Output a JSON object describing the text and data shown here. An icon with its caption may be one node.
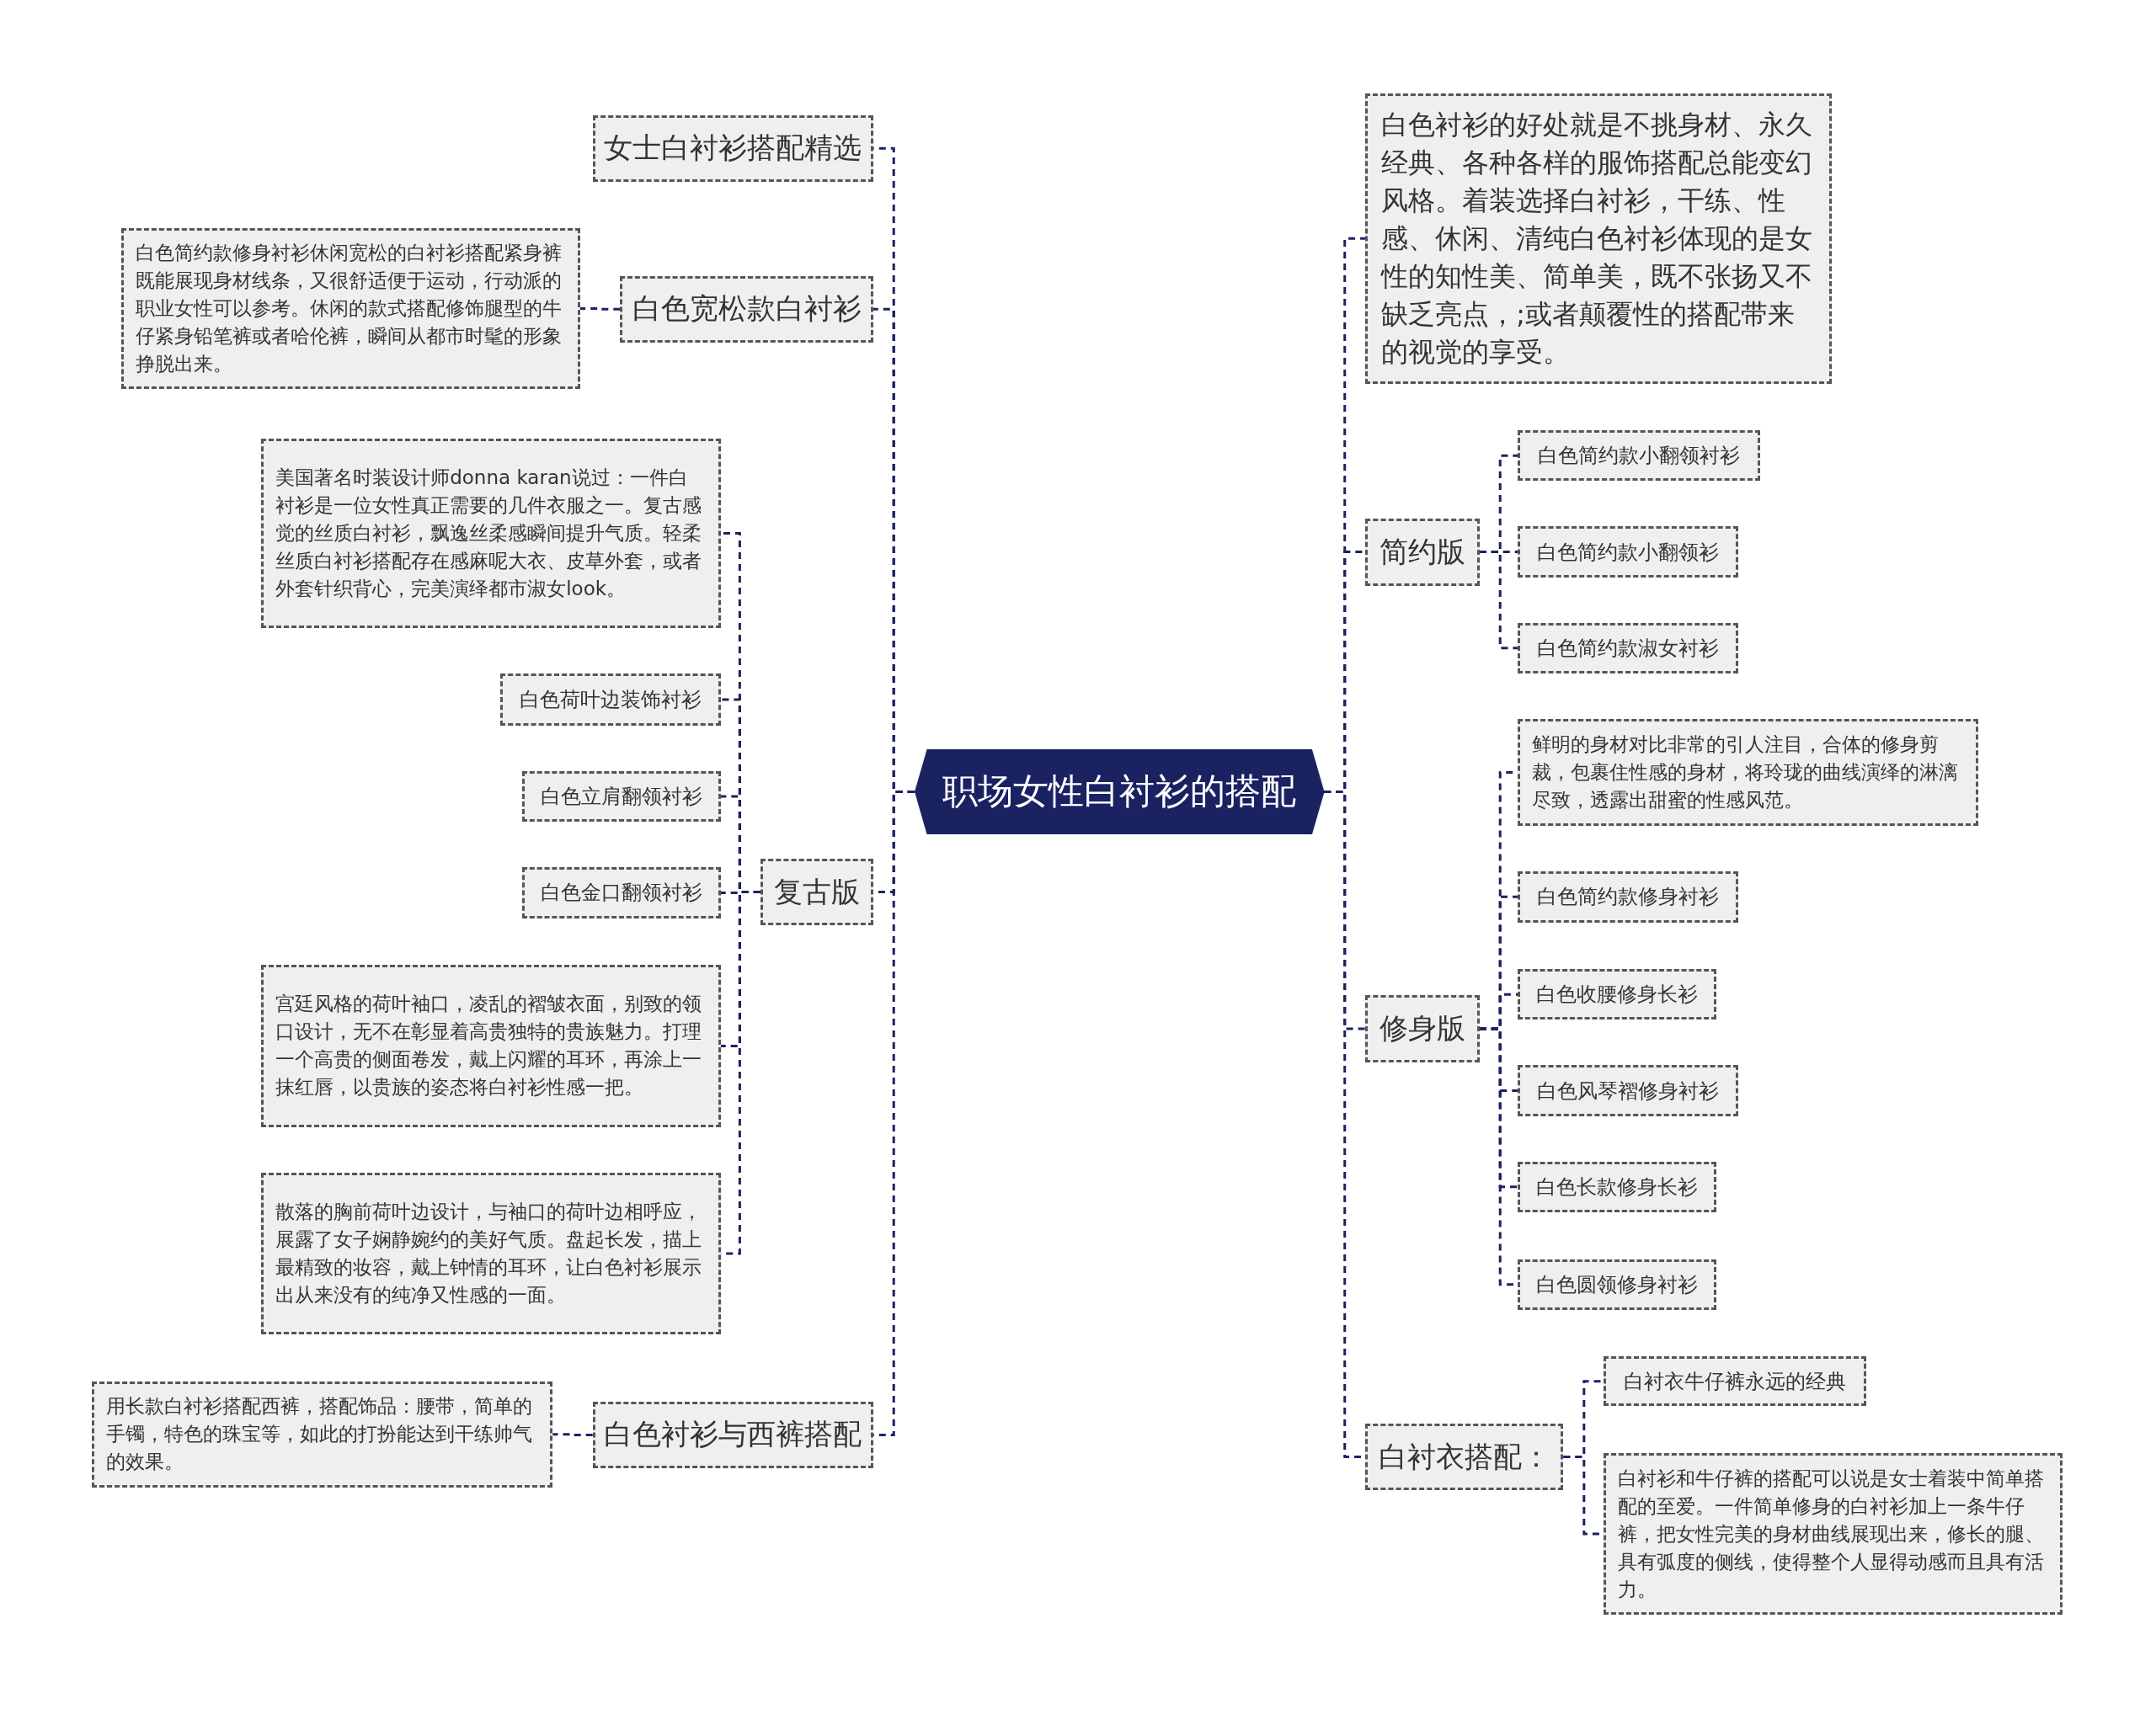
{
  "diagram": {
    "nodes": [
      {
        "text": [
          "职场女性白衬衫的搭配"
        ]
      },
      {
        "text": [
          "女士白衬衫搭配精选"
        ]
      },
      {
        "text": [
          "白色宽松款白衬衫"
        ]
      },
      {
        "text": [
          "白色简约款修身衬衫休闲宽松的白衬衫搭配紧身裤既能展现身材线条，又很舒适便于运动，行动派的职业女性可以参考。休闲的款式搭配修饰腿型的牛仔紧身铅笔裤或者哈伦裤，瞬间从都市时髦的形象挣脱出来。"
        ]
      },
      {
        "text": [
          "复古版"
        ]
      },
      {
        "text": [
          "美国著名时装设计师donna karan说过：一件白衬衫是一位女性真正需要的几件衣服之一。复古感觉的丝质白衬衫，飘逸丝柔感瞬间提升气质。轻柔丝质白衬衫搭配存在感麻呢大衣、皮草外套，或者外套针织背心，完美演绎都市淑女look。"
        ]
      },
      {
        "text": [
          "白色荷叶边装饰衬衫"
        ]
      },
      {
        "text": [
          "白色立肩翻领衬衫"
        ]
      },
      {
        "text": [
          "白色金口翻领衬衫"
        ]
      },
      {
        "text": [
          "宫廷风格的荷叶袖口，凌乱的褶皱衣面，别致的领口设计，无不在彰显着高贵独特的贵族魅力。打理一个高贵的侧面卷发，戴上闪耀的耳环，再涂上一抹红唇，以贵族的姿态将白衬衫性感一把。"
        ]
      },
      {
        "text": [
          "散落的胸前荷叶边设计，与袖口的荷叶边相呼应，展露了女子娴静婉约的美好气质。盘起长发，描上最精致的妆容，戴上钟情的耳环，让白色衬衫展示出从来没有的纯净又性感的一面。"
        ]
      },
      {
        "text": [
          "白色衬衫与西裤搭配"
        ]
      },
      {
        "text": [
          "用长款白衬衫搭配西裤，搭配饰品：腰带，简单的手镯，特色的珠宝等，如此的打扮能达到干练帅气的效果。"
        ]
      },
      {
        "text": [
          "白色衬衫的好处就是不挑身材、永久经典、各种各样的服饰搭配总能变幻风格。着装选择白衬衫，干练、性感、休闲、清纯白色衬衫体现的是女性的知性美、简单美，既不张扬又不缺乏亮点，;或者颠覆性的搭配带来的视觉的享受。"
        ]
      },
      {
        "text": [
          "简约版"
        ]
      },
      {
        "text": [
          "白色简约款小翻领衬衫"
        ]
      },
      {
        "text": [
          "白色简约款小翻领衫"
        ]
      },
      {
        "text": [
          "白色简约款淑女衬衫"
        ]
      },
      {
        "text": [
          "修身版"
        ]
      },
      {
        "text": [
          "鲜明的身材对比非常的引人注目，合体的修身剪裁，包裹住性感的身材，将玲珑的曲线演绎的淋漓尽致，透露出甜蜜的性感风范。"
        ]
      },
      {
        "text": [
          "白色简约款修身衬衫"
        ]
      },
      {
        "text": [
          "白色收腰修身长衫"
        ]
      },
      {
        "text": [
          "白色风琴褶修身衬衫"
        ]
      },
      {
        "text": [
          "白色长款修身长衫"
        ]
      },
      {
        "text": [
          "白色圆领修身衬衫"
        ]
      },
      {
        "text": [
          "白衬衣搭配："
        ]
      },
      {
        "text": [
          "白衬衣牛仔裤永远的经典"
        ]
      },
      {
        "text": [
          "白衬衫和牛仔裤的搭配可以说是女士着装中简单搭配的至爱。一件简单修身的白衬衫加上一条牛仔裤，把女性完美的身材曲线展现出来，修长的腿、具有弧度的侧线，使得整个人显得动感而且具有活力。"
        ]
      }
    ],
    "edges": [
      {
        "from": 0,
        "to": 1,
        "arrow": "none"
      },
      {
        "from": 0,
        "to": 2,
        "arrow": "none"
      },
      {
        "from": 2,
        "to": 3,
        "arrow": "none"
      },
      {
        "from": 0,
        "to": 4,
        "arrow": "none"
      },
      {
        "from": 4,
        "to": 5,
        "arrow": "none"
      },
      {
        "from": 4,
        "to": 6,
        "arrow": "none"
      },
      {
        "from": 4,
        "to": 7,
        "arrow": "none"
      },
      {
        "from": 4,
        "to": 8,
        "arrow": "none"
      },
      {
        "from": 4,
        "to": 9,
        "arrow": "none"
      },
      {
        "from": 4,
        "to": 10,
        "arrow": "none"
      },
      {
        "from": 0,
        "to": 11,
        "arrow": "none"
      },
      {
        "from": 11,
        "to": 12,
        "arrow": "none"
      },
      {
        "from": 0,
        "to": 13,
        "arrow": "none"
      },
      {
        "from": 0,
        "to": 14,
        "arrow": "none"
      },
      {
        "from": 14,
        "to": 15,
        "arrow": "none"
      },
      {
        "from": 14,
        "to": 16,
        "arrow": "none"
      },
      {
        "from": 14,
        "to": 17,
        "arrow": "none"
      },
      {
        "from": 0,
        "to": 18,
        "arrow": "none"
      },
      {
        "from": 18,
        "to": 19,
        "arrow": "none"
      },
      {
        "from": 18,
        "to": 20,
        "arrow": "none"
      },
      {
        "from": 18,
        "to": 21,
        "arrow": "none"
      },
      {
        "from": 18,
        "to": 22,
        "arrow": "none"
      },
      {
        "from": 18,
        "to": 23,
        "arrow": "none"
      },
      {
        "from": 18,
        "to": 24,
        "arrow": "none"
      },
      {
        "from": 0,
        "to": 25,
        "arrow": "none"
      },
      {
        "from": 25,
        "to": 26,
        "arrow": "none"
      },
      {
        "from": 25,
        "to": 27,
        "arrow": "none"
      }
    ]
  }
}
